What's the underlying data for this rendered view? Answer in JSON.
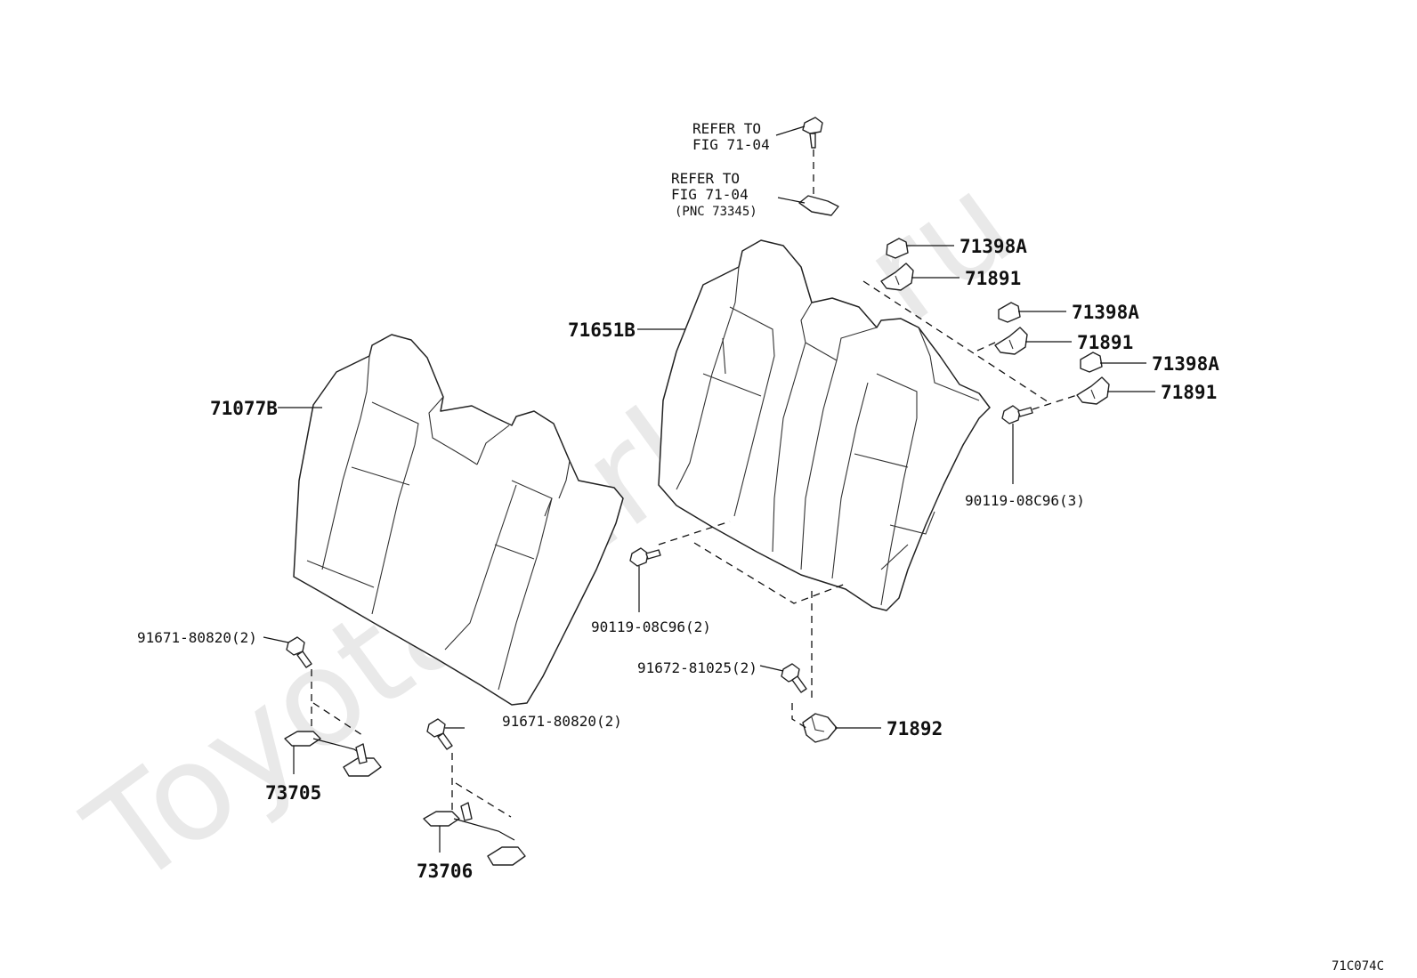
{
  "watermark": "ToyotaCarInfo.ru",
  "figure_code": "71C074C",
  "refer_1": {
    "line1": "REFER TO",
    "line2": "FIG 71-04"
  },
  "refer_2": {
    "line1": "REFER TO",
    "line2": "FIG 71-04",
    "line3": "(PNC 73345)"
  },
  "labels": {
    "p71398A_1": "71398A",
    "p71891_1": "71891",
    "p71398A_2": "71398A",
    "p71891_2": "71891",
    "p71398A_3": "71398A",
    "p71891_3": "71891",
    "p71651B": "71651B",
    "p71077B": "71077B",
    "p90119_3": "90119-08C96(3)",
    "p90119_2": "90119-08C96(2)",
    "p91671_a": "91671-80820(2)",
    "p91671_b": "91671-80820(2)",
    "p91672": "91672-81025(2)",
    "p71892": "71892",
    "p73705": "73705",
    "p73706": "73706"
  }
}
